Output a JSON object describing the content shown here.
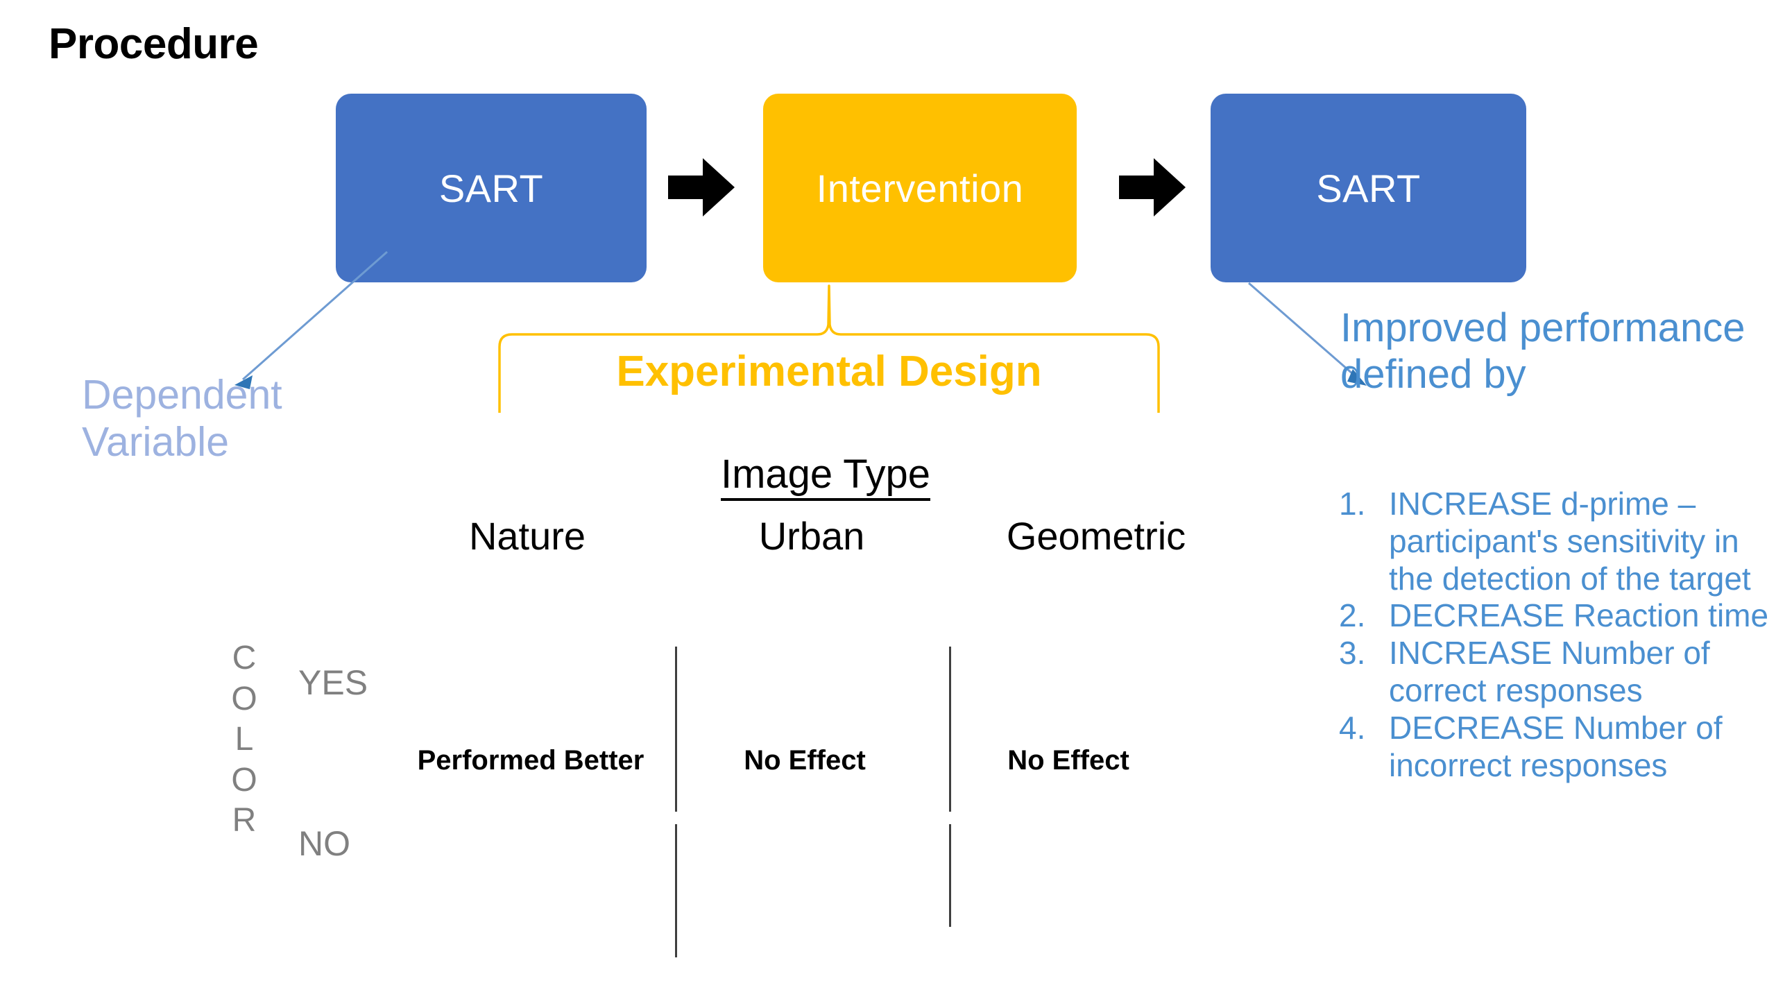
{
  "title": "Procedure",
  "flow": {
    "steps": [
      {
        "label": "SART",
        "color": "#4472C4"
      },
      {
        "label": "Intervention",
        "color": "#FFC000"
      },
      {
        "label": "SART",
        "color": "#4472C4"
      }
    ],
    "arrow_color": "#000000"
  },
  "annotations": {
    "dependent_variable": "Dependent Variable",
    "dependent_variable_color": "#9DB2E0",
    "experimental_design": "Experimental Design",
    "experimental_design_color": "#FFC000",
    "improved_heading": "Improved performance defined by",
    "improved_color": "#4A8FD0",
    "improved_items": [
      {
        "num": "1.",
        "text": "INCREASE d-prime – participant's sensitivity in the detection of the target"
      },
      {
        "num": "2.",
        "text": "DECREASE Reaction time"
      },
      {
        "num": "3.",
        "text": "INCREASE Number of correct responses"
      },
      {
        "num": "4.",
        "text": "DECREASE Number of incorrect responses"
      }
    ]
  },
  "design_table": {
    "column_group_header": "Image Type",
    "columns": [
      "Nature",
      "Urban",
      "Geometric"
    ],
    "row_axis_label": "COLOR",
    "rows": [
      "YES",
      "NO"
    ],
    "cells": [
      "Performed Better",
      "No Effect",
      "No Effect"
    ],
    "label_color": "#808080",
    "value_color": "#000000"
  }
}
